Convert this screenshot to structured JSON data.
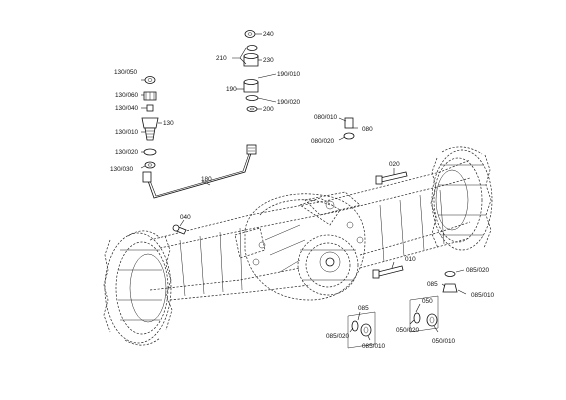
{
  "callouts": {
    "c240": "240",
    "c210": "210",
    "c230": "230",
    "c190_010": "190/010",
    "c190": "190",
    "c190_020": "190/020",
    "c200": "200",
    "c130_050": "130/050",
    "c130_060": "130/060",
    "c130_040": "130/040",
    "c130": "130",
    "c130_010": "130/010",
    "c130_020": "130/020",
    "c130_030": "130/030",
    "c180": "180",
    "c080_010": "080/010",
    "c080": "080",
    "c080_020": "080/020",
    "c020": "020",
    "c040": "040",
    "c010": "010",
    "c085_020_right": "085/020",
    "c085_right": "085",
    "c085_010_right": "085/010",
    "c050": "050",
    "c050_020": "050/020",
    "c050_010": "050/010",
    "c085_left": "085",
    "c085_020_left": "085/020",
    "c085_010_left": "085/010"
  }
}
